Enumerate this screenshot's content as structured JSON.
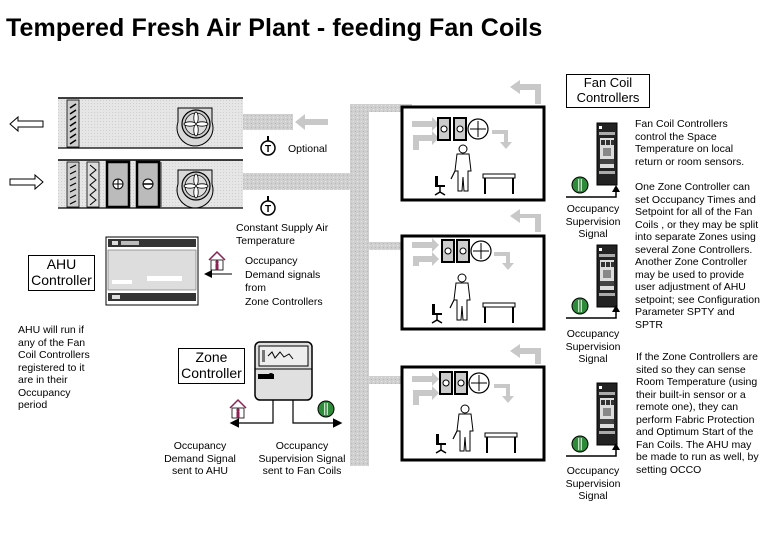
{
  "title": "Tempered Fresh Air Plant - feeding Fan Coils",
  "colors": {
    "duct": "#c8c8c8",
    "unit_fill": "#e0e0e0",
    "supervision_green": "#2e8b3a",
    "occupancy_house": "#8b2252",
    "line": "#000000"
  },
  "ahu": {
    "optional_label": "Optional",
    "supply_temp_label": "Constant Supply Air Temperature",
    "supply_temp_lines": [
      "Constant Supply Air",
      "Temperature"
    ],
    "controller_box": [
      "AHU",
      "Controller"
    ],
    "demand_signal_lines": [
      "Occupancy",
      "Demand signals",
      "from",
      "Zone Controllers"
    ],
    "run_note_lines": [
      "AHU will run if",
      "any of the Fan",
      "Coil Controllers",
      "registered to it",
      "are in their",
      "Occupancy",
      "period"
    ]
  },
  "zone_controller": {
    "box": [
      "Zone",
      "Controller"
    ],
    "demand_out_lines": [
      "Occupancy",
      "Demand Signal",
      "sent to AHU"
    ],
    "supervision_out_lines": [
      "Occupancy",
      "Supervision Signal",
      "sent to Fan Coils"
    ]
  },
  "fan_coils": {
    "box": [
      "Fan Coil",
      "Controllers"
    ],
    "signal_label_lines": [
      "Occupancy",
      "Supervision",
      "Signal"
    ],
    "rooms": 3,
    "desc1_lines": [
      "Fan Coil Controllers",
      "control the Space",
      "Temperature on local",
      "return or room sensors."
    ],
    "desc2_lines": [
      "One Zone Controller can",
      "set Occupancy Times and",
      "Setpoint for all of the Fan",
      "Coils , or they may be split",
      "into separate Zones using",
      "several Zone Controllers.",
      "Another Zone Controller",
      "may be used to provide",
      "user adjustment of AHU",
      "setpoint; see Configuration",
      "Parameter SPTY and",
      "SPTR"
    ],
    "desc3_lines": [
      "If the Zone Controllers are",
      "sited so they can sense",
      "Room Temperature (using",
      "their built-in sensor or a",
      "remote one), they  can",
      "perform Fabric Protection",
      "and Optimum Start of the",
      "Fan Coils. The AHU may",
      "be made to run as well, by",
      "setting OCCO"
    ]
  },
  "icons": {
    "temperature_sensor": "T",
    "heating_coil": "plus-circle",
    "cooling_coil": "minus-circle",
    "fan": "fan",
    "occupancy_house": "house-person",
    "supervision_signal": "green-disc"
  }
}
